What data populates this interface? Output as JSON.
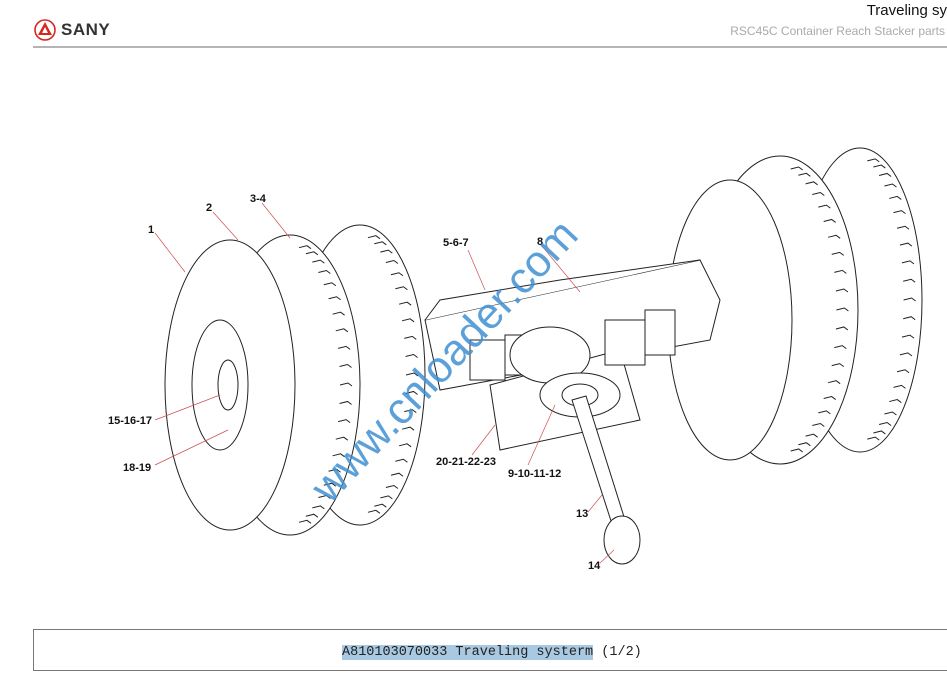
{
  "header": {
    "brand": "SANY",
    "title": "Traveling sy",
    "subtitle": "RSC45C Container Reach Stacker  parts"
  },
  "callouts": [
    "1",
    "2",
    "3-4",
    "5-6-7",
    "8",
    "15-16-17",
    "18-19",
    "20-21-22-23",
    "9-10-11-12",
    "13",
    "14"
  ],
  "watermark": "www.cnloader.com",
  "caption": {
    "code_title": "A810103070033 Traveling systerm",
    "page": "(1/2)"
  },
  "colors": {
    "brand_red": "#d7261e",
    "watermark": "#3f8fd2",
    "highlight": "#a9c9e2"
  }
}
